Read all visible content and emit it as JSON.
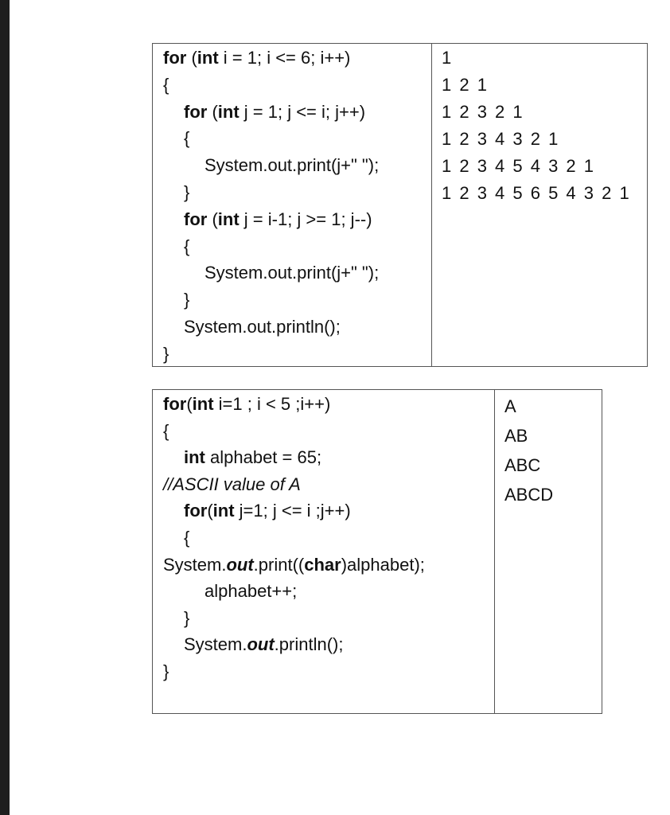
{
  "table1": {
    "code": [
      [
        {
          "t": "for",
          "b": true
        },
        {
          "t": " ("
        },
        {
          "t": "int",
          "b": true
        },
        {
          "t": " i = 1; i <= 6; i++)"
        }
      ],
      [
        {
          "t": "{"
        }
      ],
      [
        {
          "t": "    "
        },
        {
          "t": "for",
          "b": true
        },
        {
          "t": " ("
        },
        {
          "t": "int",
          "b": true
        },
        {
          "t": " j = 1; j <= i; j++)"
        }
      ],
      [
        {
          "t": "    {"
        }
      ],
      [
        {
          "t": "        System.out.print(j+\" \");"
        }
      ],
      [
        {
          "t": "    }"
        }
      ],
      [
        {
          "t": "    "
        },
        {
          "t": "for",
          "b": true
        },
        {
          "t": " ("
        },
        {
          "t": "int",
          "b": true
        },
        {
          "t": " j = i-1; j >= 1; j--)"
        }
      ],
      [
        {
          "t": "    {"
        }
      ],
      [
        {
          "t": "        System.out.print(j+\" \");"
        }
      ],
      [
        {
          "t": "    }"
        }
      ],
      [
        {
          "t": "    System.out.println();"
        }
      ],
      [
        {
          "t": "}"
        }
      ]
    ],
    "output": [
      "1",
      "1 2 1",
      "1 2 3 2 1",
      "1 2 3 4 3 2 1",
      "1 2 3 4 5 4 3 2 1",
      "1 2 3 4 5 6 5 4 3 2 1"
    ]
  },
  "table2": {
    "code": [
      [
        {
          "t": "for",
          "b": true
        },
        {
          "t": "("
        },
        {
          "t": "int",
          "b": true
        },
        {
          "t": " i=1 ; i < 5 ;i++)"
        }
      ],
      [
        {
          "t": "{"
        }
      ],
      [
        {
          "t": "    "
        },
        {
          "t": "int",
          "b": true
        },
        {
          "t": " alphabet = 65;"
        }
      ],
      [
        {
          "t": "//ASCII value of A",
          "i": true
        }
      ],
      [
        {
          "t": "    "
        },
        {
          "t": "for",
          "b": true
        },
        {
          "t": "("
        },
        {
          "t": "int",
          "b": true
        },
        {
          "t": " j=1; j <= i ;j++)"
        }
      ],
      [
        {
          "t": "    {"
        }
      ],
      [
        {
          "t": "System."
        },
        {
          "t": "out",
          "b": true,
          "i": true
        },
        {
          "t": ".print(("
        },
        {
          "t": "char",
          "b": true
        },
        {
          "t": ")alphabet);"
        }
      ],
      [
        {
          "t": "        alphabet++;"
        }
      ],
      [
        {
          "t": "    }"
        }
      ],
      [
        {
          "t": "    System."
        },
        {
          "t": "out",
          "b": true,
          "i": true
        },
        {
          "t": ".println();"
        }
      ],
      [
        {
          "t": "}"
        }
      ]
    ],
    "output": [
      "A",
      "AB",
      "ABC",
      "ABCD"
    ]
  }
}
